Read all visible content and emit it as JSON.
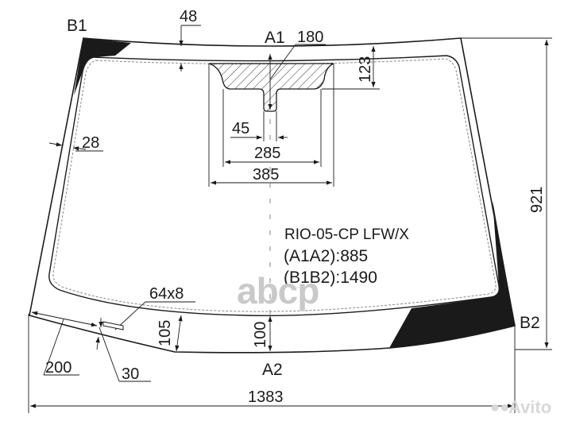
{
  "drawing": {
    "part_code": "RIO-05-CP LFW/X",
    "a1a2": "(A1A2):885",
    "b1b2": "(B1B2):1490"
  },
  "points": {
    "b1": "B1",
    "b2": "B2",
    "a1": "A1",
    "a2": "A2"
  },
  "dimensions": {
    "top_band": "48",
    "a1_width": "180",
    "mirror_height": "123",
    "side_band": "28",
    "stem_width": "45",
    "mirror_inner": "285",
    "mirror_outer": "385",
    "height": "921",
    "width": "1383",
    "sticker": "64x8",
    "bottom_left": "200",
    "sticker_offset": "30",
    "bottom_band_left": "105",
    "bottom_band_center": "100"
  },
  "watermarks": {
    "abcp": "abcp",
    "avito": "Avito"
  },
  "colors": {
    "line": "#1a1a1a",
    "fill": "#1a1a1a",
    "dash": "#888888",
    "watermark": "#c9c9c9"
  }
}
